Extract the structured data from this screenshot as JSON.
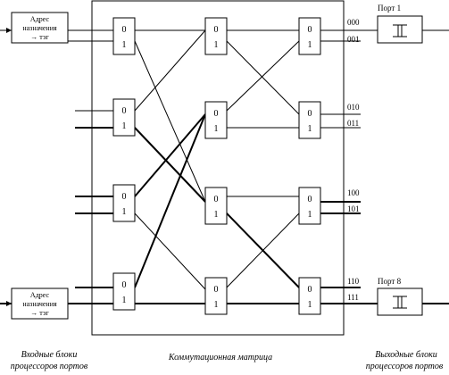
{
  "input_blocks": [
    {
      "line1": "Адрес",
      "line2": "назначения",
      "line3": "→ тэг"
    },
    {
      "line1": "Адрес",
      "line2": "назначения",
      "line3": "→ тэг"
    }
  ],
  "switch_port_labels": {
    "top": "0",
    "bottom": "1"
  },
  "output_addresses": [
    "000",
    "001",
    "010",
    "011",
    "100",
    "101",
    "110",
    "111"
  ],
  "output_ports": [
    "Порт 1",
    "Порт 8"
  ],
  "captions": {
    "left_line1": "Входные блоки",
    "left_line2": "процессоров портов",
    "center": "Коммутационная матрица",
    "right_line1": "Выходные блоки",
    "right_line2": "процессоров портов"
  }
}
